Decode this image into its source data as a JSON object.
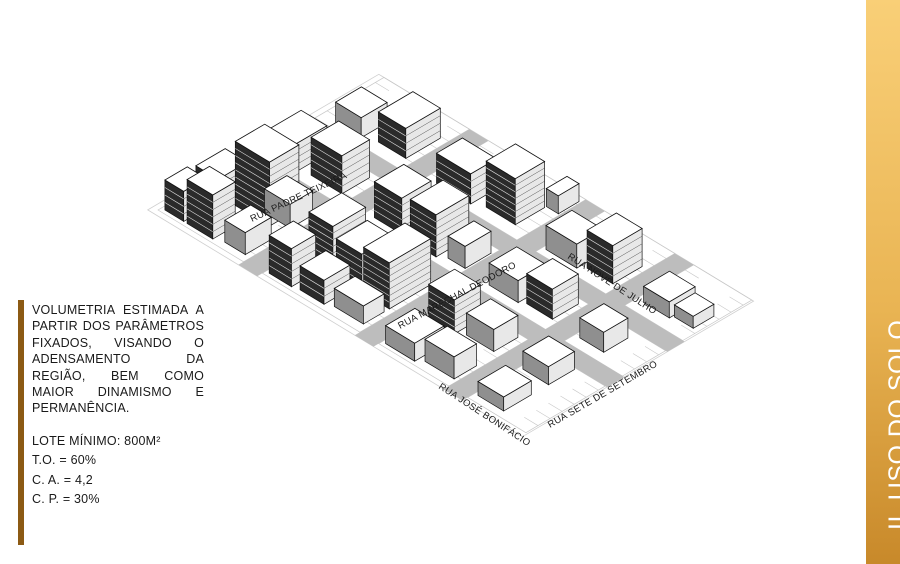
{
  "description": "VOLUMETRIA ESTIMADA A PARTIR DOS PARÂMETROS FIXADOS, VISANDO O ADENSAMENTO DA REGIÃO, BEM COMO MAIOR DINAMISMO E PERMANÊNCIA.",
  "parameters": {
    "lote_minimo": "LOTE MÍNIMO: 800M²",
    "to": "T.O. = 60%",
    "ca": "C. A. = 4,2",
    "cp": "C. P. = 30%"
  },
  "section_title": "II. USO DO SOLO",
  "streets": {
    "padre_teixeira": "RUA PADRE TEIXEIRA",
    "marechal_deodoro": "RUA MARECHAL DEODORO",
    "jose_bonifacio": "RUA JOSÉ BONIFÁCIO",
    "nove_de_julho": "RUA NOVE DE JULHO",
    "sete_de_setembro": "RUA SETE DE SETEMBRO"
  },
  "colors": {
    "accent_bar": "#8c5a14",
    "band_top": "#f9cf77",
    "band_bottom": "#c8892a",
    "street": "#bdbdbd",
    "building_dark": "#2a2a2a",
    "building_mid": "#8f8f8f",
    "building_light": "#e8e8e8",
    "lot_lines": "#c8c8c8"
  }
}
